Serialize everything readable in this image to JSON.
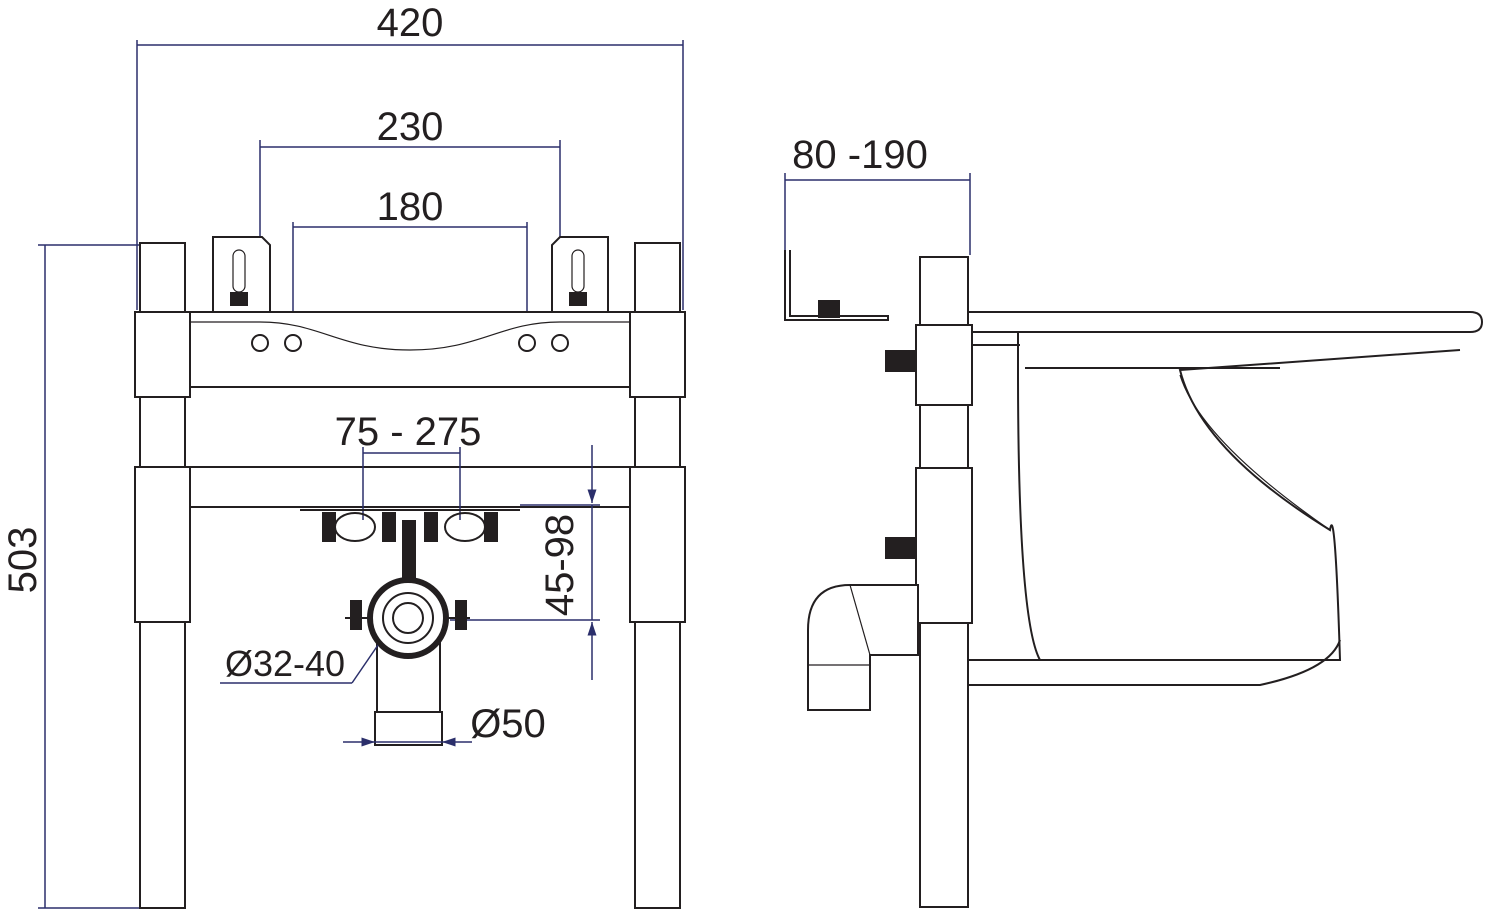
{
  "front_view": {
    "overall_width": "420",
    "bracket_spacing": "230",
    "hole_spacing": "180",
    "clamp_range": "75 - 275",
    "height_adjust": "45-98",
    "overall_height": "503",
    "drain_inlet": "Ø32-40",
    "drain_outlet": "Ø50"
  },
  "side_view": {
    "depth_adjust": "80 -190"
  }
}
